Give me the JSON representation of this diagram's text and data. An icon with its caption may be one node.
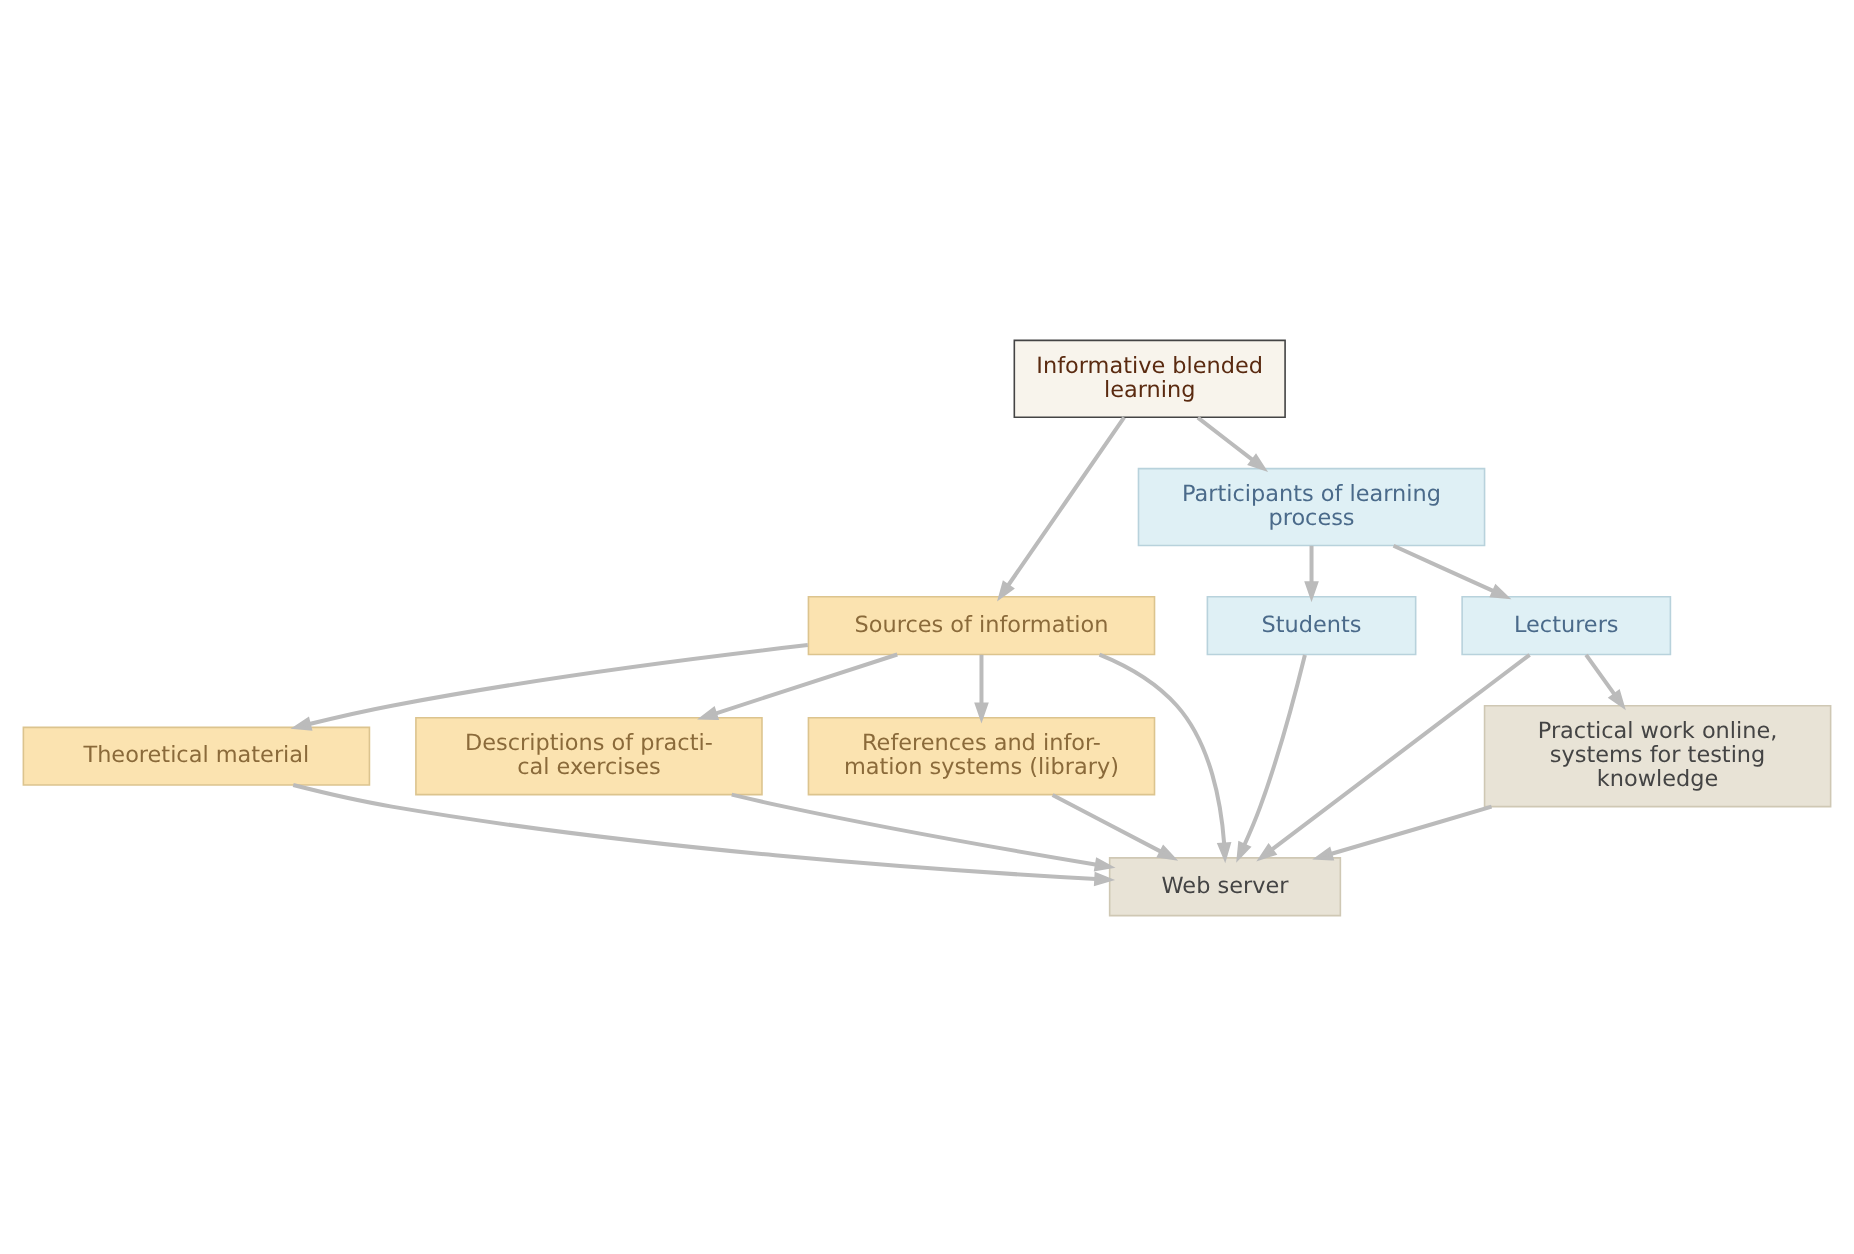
{
  "diagram": {
    "nodes": [
      {
        "text": [
          "Informative blended learning"
        ]
      },
      {
        "text": [
          "Sources of information"
        ]
      },
      {
        "text": [
          "Theoretical material"
        ]
      },
      {
        "text": [
          "Descriptions of practi- cal exercises"
        ]
      },
      {
        "text": [
          "References and infor- mation systems (library)"
        ]
      },
      {
        "text": [
          "Participants of learning process"
        ]
      },
      {
        "text": [
          "Students"
        ]
      },
      {
        "text": [
          "Lecturers"
        ]
      },
      {
        "text": [
          "Web server"
        ]
      },
      {
        "text": [
          "Practical work online, systems for testing knowledge"
        ]
      }
    ],
    "edges": [
      {
        "from": 0,
        "to": 1,
        "arrow": "to"
      },
      {
        "from": 0,
        "to": 5,
        "arrow": "to"
      },
      {
        "from": 1,
        "to": 2,
        "arrow": "to"
      },
      {
        "from": 1,
        "to": 3,
        "arrow": "to"
      },
      {
        "from": 1,
        "to": 4,
        "arrow": "to"
      },
      {
        "from": 1,
        "to": 8,
        "arrow": "to"
      },
      {
        "from": 2,
        "to": 8,
        "arrow": "to"
      },
      {
        "from": 3,
        "to": 8,
        "arrow": "to"
      },
      {
        "from": 4,
        "to": 8,
        "arrow": "to"
      },
      {
        "from": 5,
        "to": 6,
        "arrow": "to"
      },
      {
        "from": 5,
        "to": 7,
        "arrow": "to"
      },
      {
        "from": 6,
        "to": 8,
        "arrow": "to"
      },
      {
        "from": 7,
        "to": 8,
        "arrow": "to"
      },
      {
        "from": 7,
        "to": 9,
        "arrow": "to"
      },
      {
        "from": 9,
        "to": 8,
        "arrow": "to"
      }
    ]
  }
}
